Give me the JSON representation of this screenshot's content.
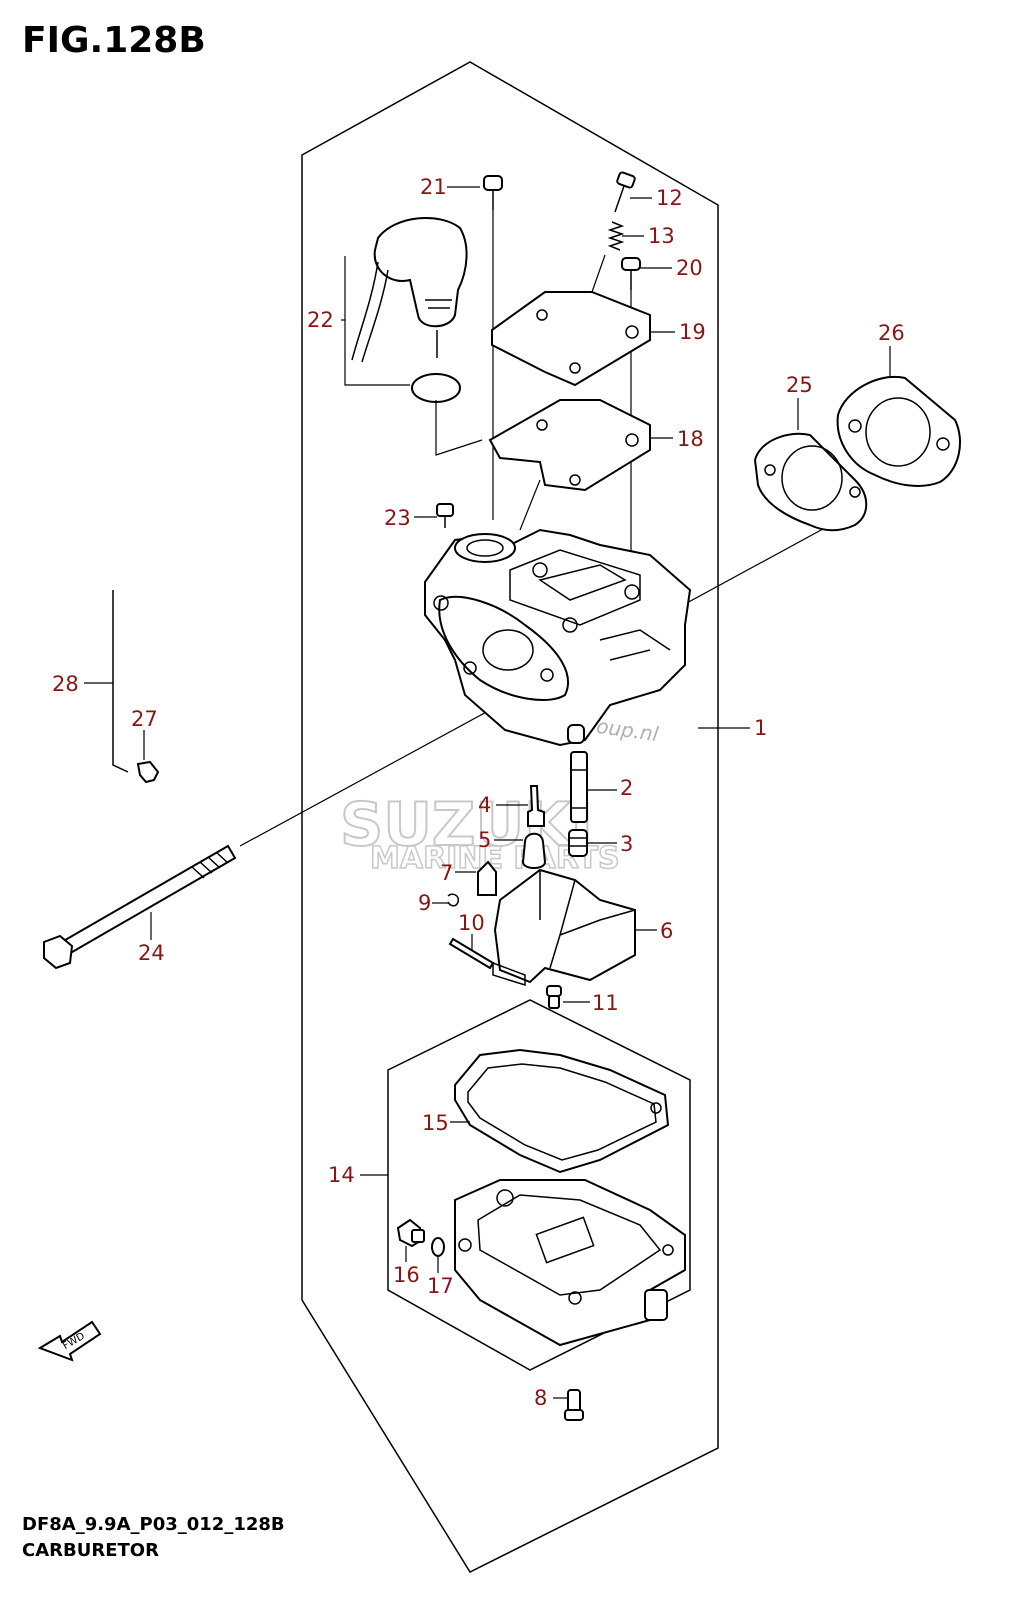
{
  "figure": {
    "title": "FIG.128B",
    "code": "DF8A_9.9A_P03_012_128B",
    "name": "CARBURETOR"
  },
  "fwd_label": "FWD",
  "watermark": {
    "brand": "SUZUKI",
    "sub": "MARINE PARTS",
    "site": "boatsgroup.nl"
  },
  "callouts": {
    "c1": "1",
    "c2": "2",
    "c3": "3",
    "c4": "4",
    "c5": "5",
    "c6": "6",
    "c7": "7",
    "c8": "8",
    "c9": "9",
    "c10": "10",
    "c11": "11",
    "c12": "12",
    "c13": "13",
    "c14": "14",
    "c15": "15",
    "c16": "16",
    "c17": "17",
    "c18": "18",
    "c19": "19",
    "c20": "20",
    "c21": "21",
    "c22": "22",
    "c23": "23",
    "c24": "24",
    "c25": "25",
    "c26": "26",
    "c27": "27",
    "c28": "28"
  },
  "colors": {
    "callout": "#8a1515",
    "line": "#000000",
    "watermark": "#c8c8c8"
  }
}
